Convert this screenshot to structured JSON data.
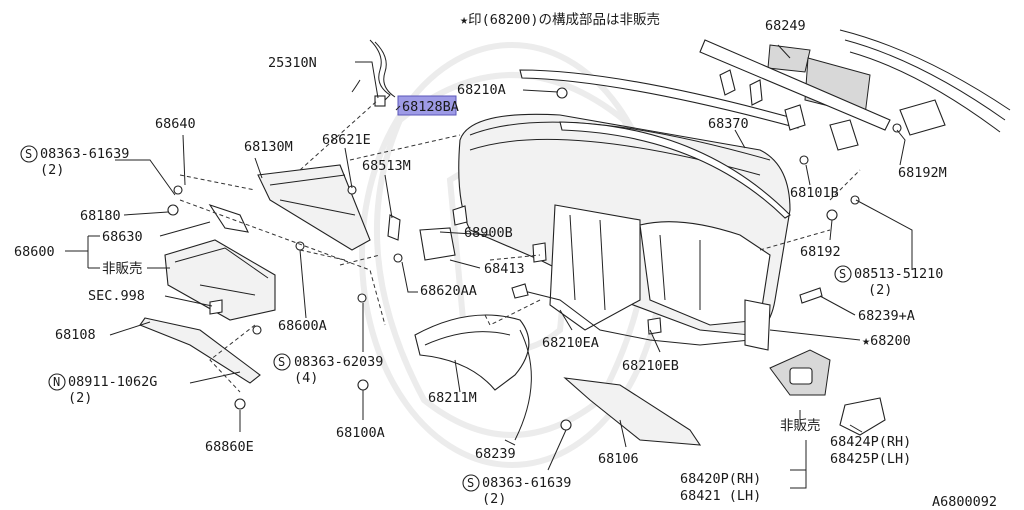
{
  "header_note": "★印(68200)の構成部品は非販売",
  "diagram_id": "A6800092",
  "callouts": {
    "c1": "25310N",
    "c2": "68210A",
    "c3": "68128BA",
    "c4": "68249",
    "c5": "68640",
    "c6": "08363-61639",
    "c6q": "(2)",
    "c7": "68130M",
    "c8": "68621E",
    "c9": "68513M",
    "c10": "68370",
    "c11": "68192M",
    "c12": "68180",
    "c13": "68101B",
    "c14": "68630",
    "c15": "68600",
    "c16": "非販売",
    "c17": "68900B",
    "c18": "68192",
    "c19": "68413",
    "c20": "08513-51210",
    "c20q": "(2)",
    "c21": "SEC.998",
    "c22": "68620AA",
    "c23": "68239+A",
    "c24": "68600A",
    "c25": "68108",
    "c26": "68210EA",
    "c27": "★68200",
    "c28": "08363-62039",
    "c28q": "(4)",
    "c29": "68210EB",
    "c30": "08911-1062G",
    "c30q": "(2)",
    "c31": "68211M",
    "c32": "68100A",
    "c33": "非販売",
    "c34": "68424P(RH)",
    "c35": "68425P(LH)",
    "c36": "68860E",
    "c37": "68239",
    "c38": "68106",
    "c39": "68420P(RH)",
    "c40": "68421  (LH)",
    "c41": "08363-61639",
    "c41q": "(2)"
  },
  "prefix_s": "S",
  "prefix_n": "N",
  "highlight_color": "#9e9be6"
}
